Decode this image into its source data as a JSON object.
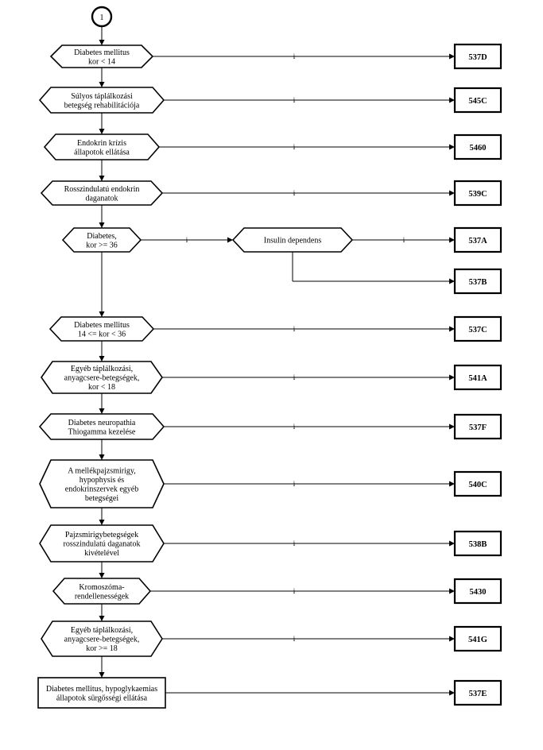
{
  "start": {
    "label": "1"
  },
  "branch_label": "i",
  "nodes": [
    {
      "id": "n1",
      "shape": "hex",
      "lines": [
        "Diabetes mellitus",
        "kor < 14"
      ],
      "code": "537D"
    },
    {
      "id": "n2",
      "shape": "hex",
      "lines": [
        "Súlyos táplálkozási",
        "betegség rehabilitációja"
      ],
      "code": "545C"
    },
    {
      "id": "n3",
      "shape": "hex",
      "lines": [
        "Endokrin krízis",
        "állapotok ellátása"
      ],
      "code": "5460"
    },
    {
      "id": "n4",
      "shape": "hex",
      "lines": [
        "Rosszindulatú endokrin",
        "daganatok"
      ],
      "code": "539C"
    },
    {
      "id": "n5",
      "shape": "hex",
      "lines": [
        "Diabetes,",
        "kor >= 36"
      ],
      "code": ""
    },
    {
      "id": "n5b",
      "shape": "hex",
      "lines": [
        "Insulin dependens"
      ],
      "code": "537A",
      "else_code": "537B"
    },
    {
      "id": "n6",
      "shape": "hex",
      "lines": [
        "Diabetes mellitus",
        "14 <= kor < 36"
      ],
      "code": "537C"
    },
    {
      "id": "n7",
      "shape": "hex",
      "lines": [
        "Egyéb táplálkozási,",
        "anyagcsere-betegségek,",
        "kor < 18"
      ],
      "code": "541A"
    },
    {
      "id": "n8",
      "shape": "hex",
      "lines": [
        "Diabetes neuropathia",
        "Thiogamma kezelése"
      ],
      "code": "537F"
    },
    {
      "id": "n9",
      "shape": "hex",
      "lines": [
        "A mellékpajzsmirigy,",
        "hypophysis és",
        "endokrinszervek egyéb",
        "betegségei"
      ],
      "code": "540C"
    },
    {
      "id": "n10",
      "shape": "hex",
      "lines": [
        "Pajzsmirigybetegségek",
        "rosszindulatú daganatok",
        "kivételével"
      ],
      "code": "538B"
    },
    {
      "id": "n11",
      "shape": "hex",
      "lines": [
        "Kromoszóma-",
        "rendellenességek"
      ],
      "code": "5430"
    },
    {
      "id": "n12",
      "shape": "hex",
      "lines": [
        "Egyéb táplálkozási,",
        "anyagcsere-betegségek,",
        "kor >= 18"
      ],
      "code": "541G"
    },
    {
      "id": "n13",
      "shape": "rect",
      "lines": [
        "Diabetes mellitus, hypoglykaemias",
        "állapotok sürgősségi ellátása"
      ],
      "code": "537E"
    }
  ]
}
